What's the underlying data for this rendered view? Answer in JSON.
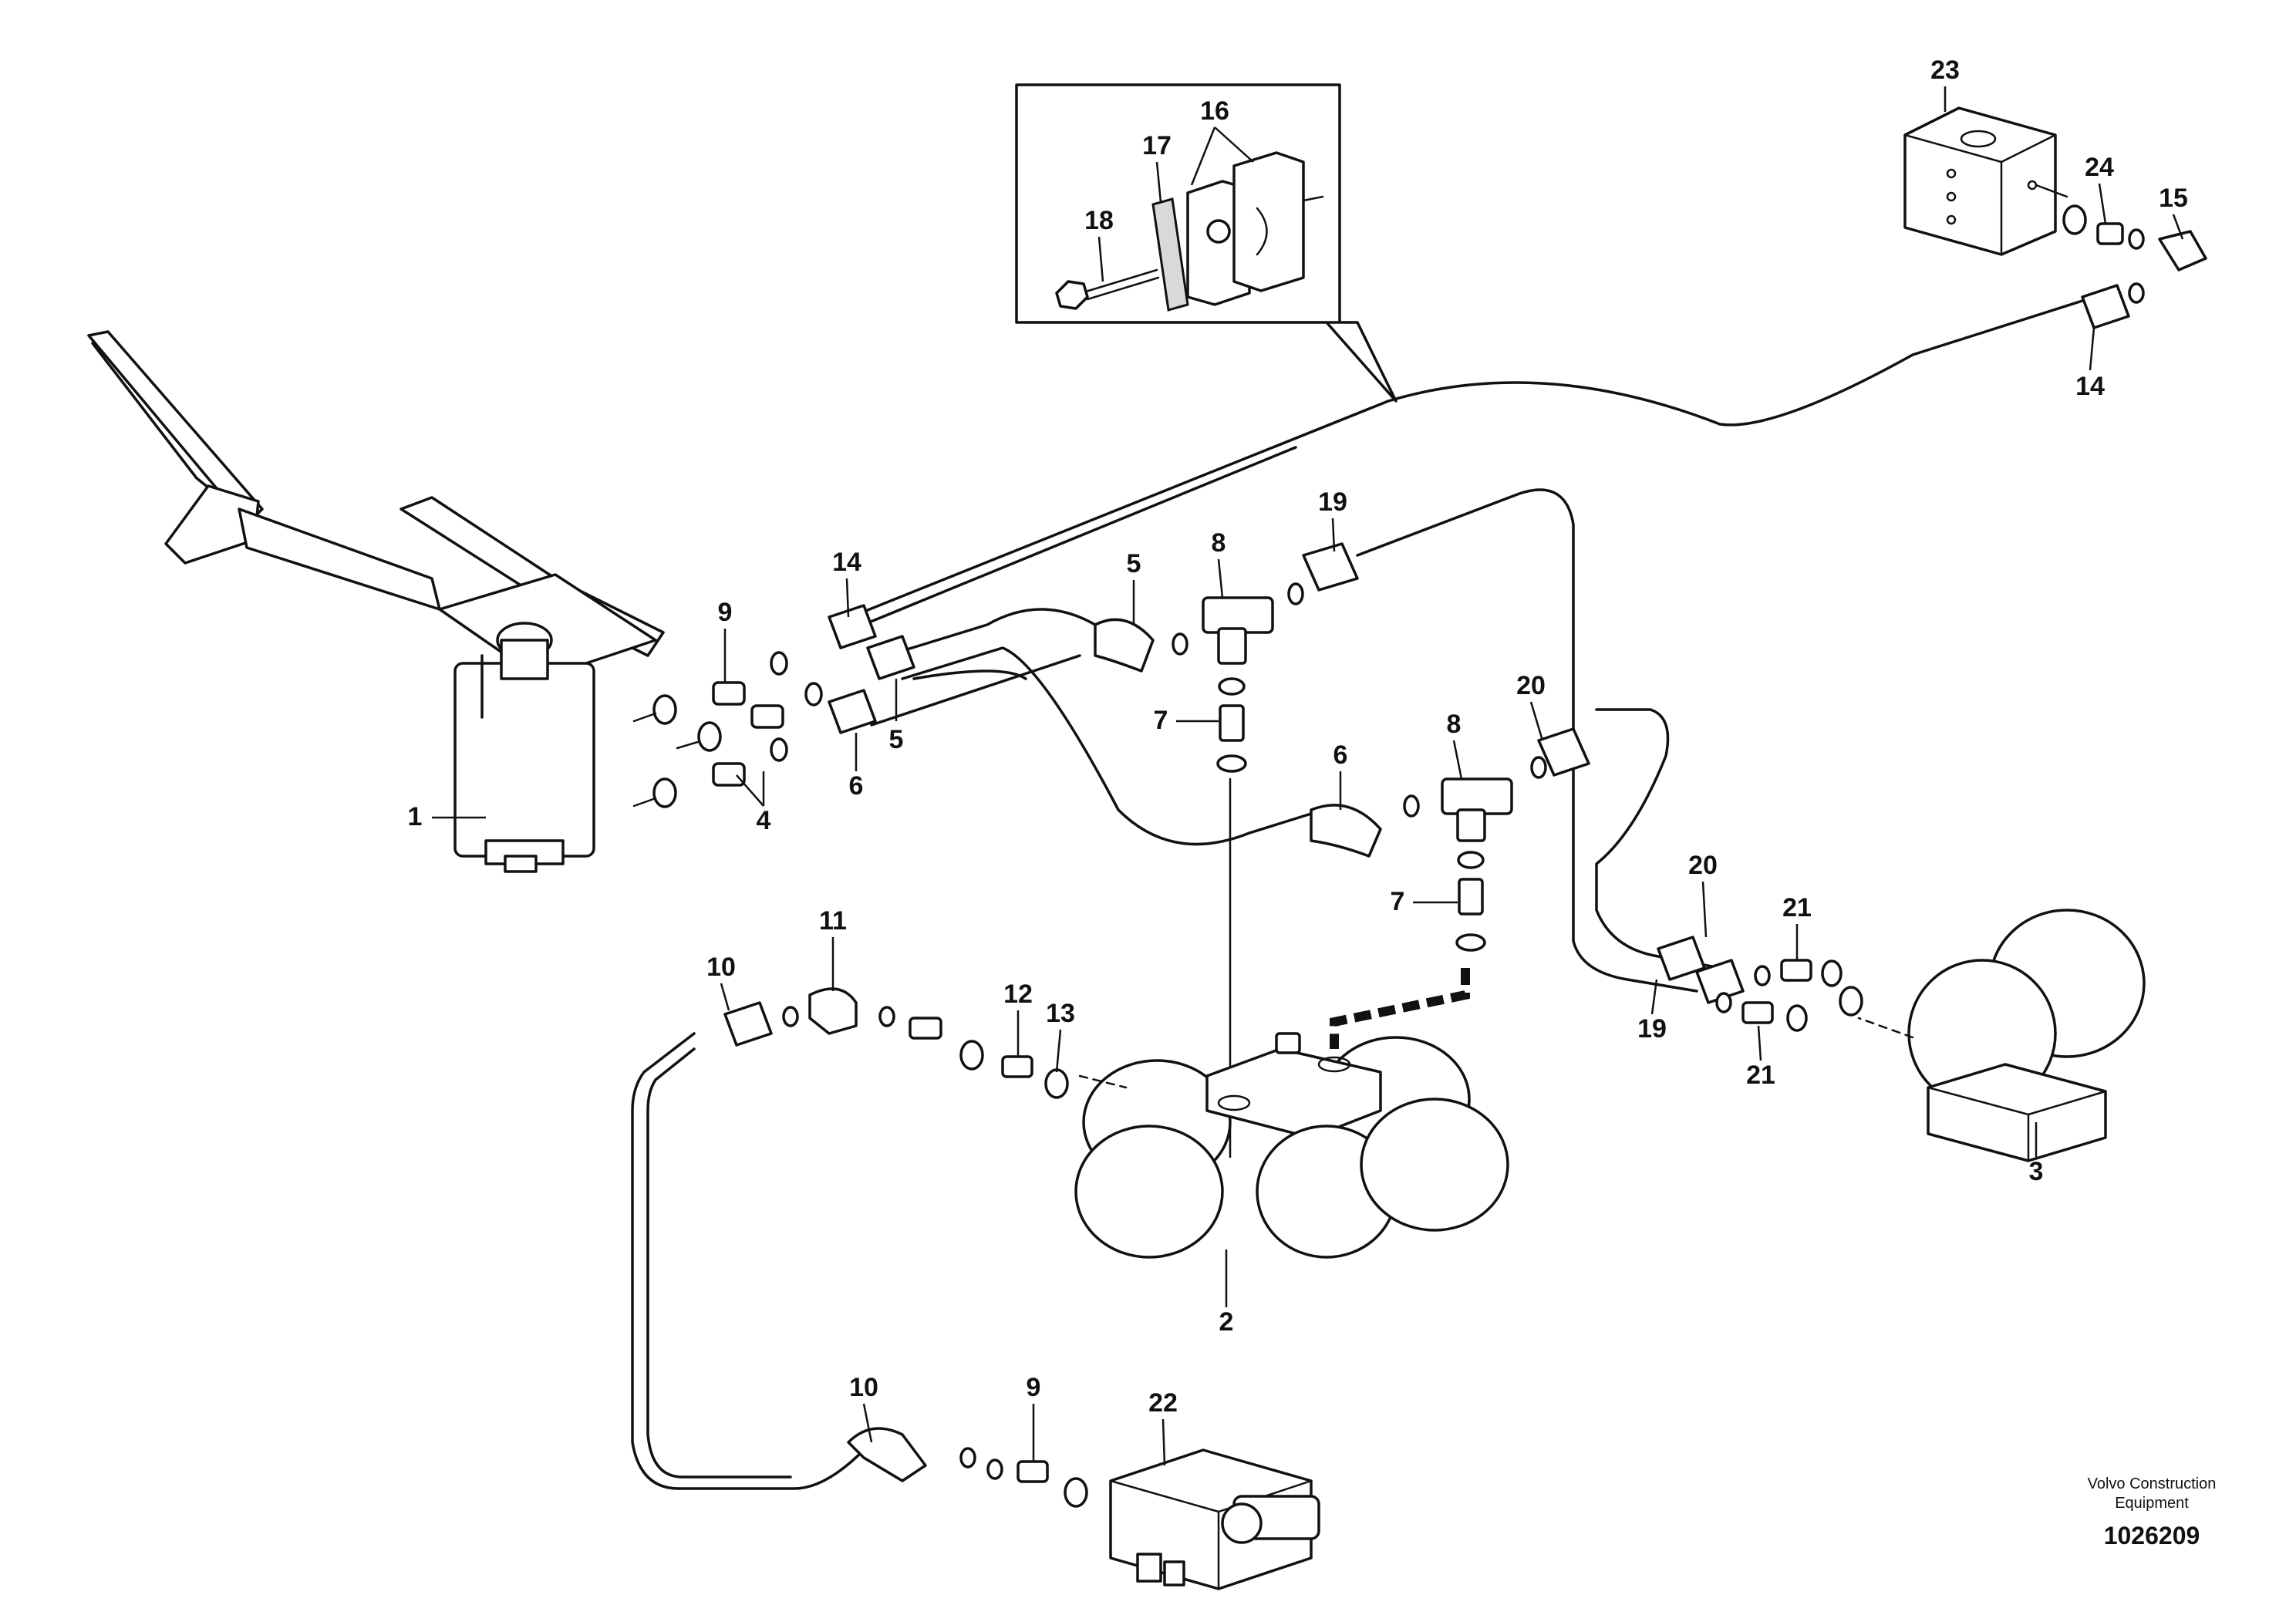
{
  "callouts": [
    {
      "n": "1"
    },
    {
      "n": "2"
    },
    {
      "n": "3"
    },
    {
      "n": "4"
    },
    {
      "n": "5"
    },
    {
      "n": "5"
    },
    {
      "n": "6"
    },
    {
      "n": "6"
    },
    {
      "n": "7"
    },
    {
      "n": "7"
    },
    {
      "n": "8"
    },
    {
      "n": "8"
    },
    {
      "n": "9"
    },
    {
      "n": "9"
    },
    {
      "n": "10"
    },
    {
      "n": "10"
    },
    {
      "n": "11"
    },
    {
      "n": "12"
    },
    {
      "n": "13"
    },
    {
      "n": "14"
    },
    {
      "n": "14"
    },
    {
      "n": "15"
    },
    {
      "n": "16"
    },
    {
      "n": "17"
    },
    {
      "n": "18"
    },
    {
      "n": "19"
    },
    {
      "n": "19"
    },
    {
      "n": "20"
    },
    {
      "n": "20"
    },
    {
      "n": "21"
    },
    {
      "n": "21"
    },
    {
      "n": "22"
    },
    {
      "n": "23"
    },
    {
      "n": "24"
    }
  ],
  "brand": {
    "line1": "Volvo Construction",
    "line2": "Equipment",
    "doc_number": "1026209"
  }
}
